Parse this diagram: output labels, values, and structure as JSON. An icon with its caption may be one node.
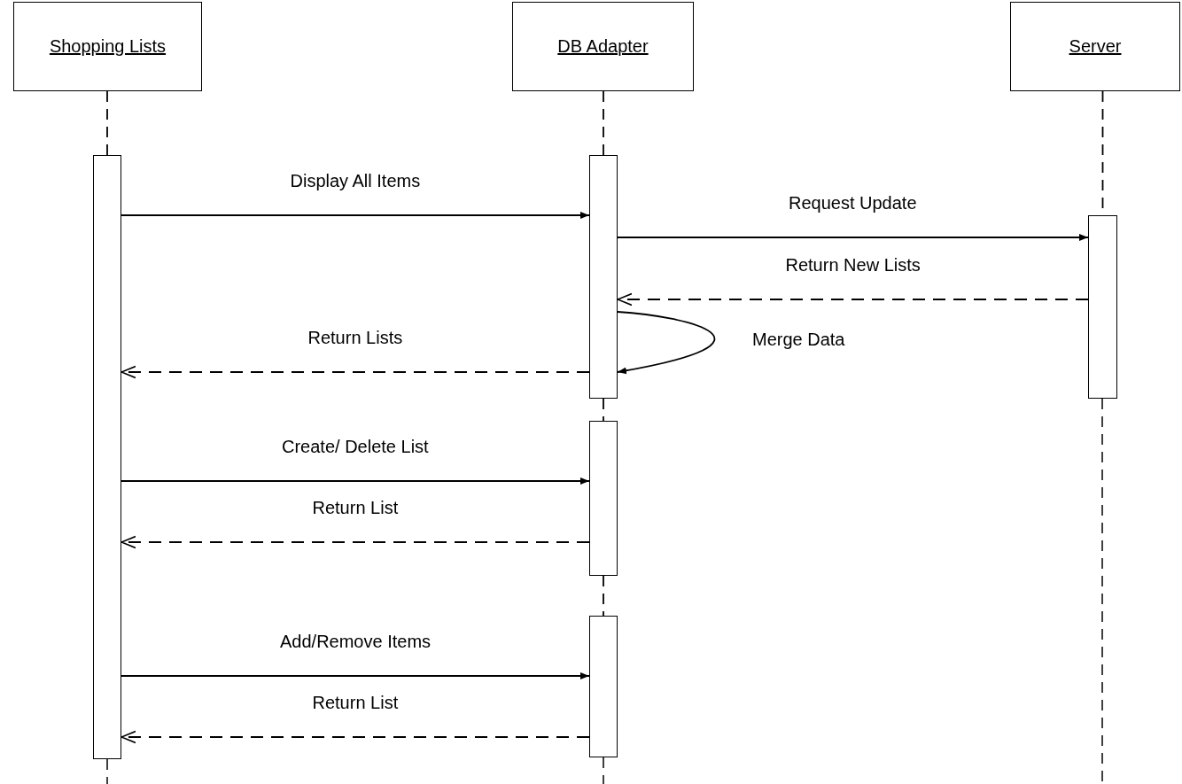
{
  "diagram": {
    "nodes": [
      {
        "text": [
          "Shopping Lists"
        ]
      },
      {
        "text": [
          "DB Adapter"
        ]
      },
      {
        "text": [
          "Server"
        ]
      },
      {
        "text": [],
        "shape": "bar"
      },
      {
        "text": [],
        "shape": "bar"
      },
      {
        "text": [],
        "shape": "bar"
      },
      {
        "text": [],
        "shape": "bar"
      },
      {
        "text": [],
        "shape": "bar"
      }
    ],
    "edges": [
      {
        "from": 0,
        "to": 3,
        "arrow": "none",
        "style": "dashed"
      },
      {
        "from": 1,
        "to": 4,
        "arrow": "none",
        "style": "dashed"
      },
      {
        "from": 4,
        "to": 5,
        "arrow": "none",
        "style": "dashed"
      },
      {
        "from": 5,
        "to": 6,
        "arrow": "none",
        "style": "dashed"
      },
      {
        "from": 2,
        "to": 7,
        "arrow": "none",
        "style": "dashed"
      },
      {
        "from": 3,
        "to": 4,
        "arrow": "to",
        "label": "Display All Items"
      },
      {
        "from": 4,
        "to": 7,
        "arrow": "to",
        "label": "Request Update"
      },
      {
        "from": 7,
        "to": 4,
        "arrow": "to",
        "style": "dashed",
        "label": "Return New Lists"
      },
      {
        "from": 4,
        "to": 4,
        "arrow": "to",
        "label": "Merge Data"
      },
      {
        "from": 4,
        "to": 3,
        "arrow": "to",
        "style": "dashed",
        "label": "Return Lists"
      },
      {
        "from": 3,
        "to": 5,
        "arrow": "to",
        "label": "Create/ Delete List"
      },
      {
        "from": 5,
        "to": 3,
        "arrow": "to",
        "style": "dashed",
        "label": "Return List"
      },
      {
        "from": 3,
        "to": 6,
        "arrow": "to",
        "label": "Add/Remove Items"
      },
      {
        "from": 6,
        "to": 3,
        "arrow": "to",
        "style": "dashed",
        "label": "Return List"
      }
    ]
  }
}
